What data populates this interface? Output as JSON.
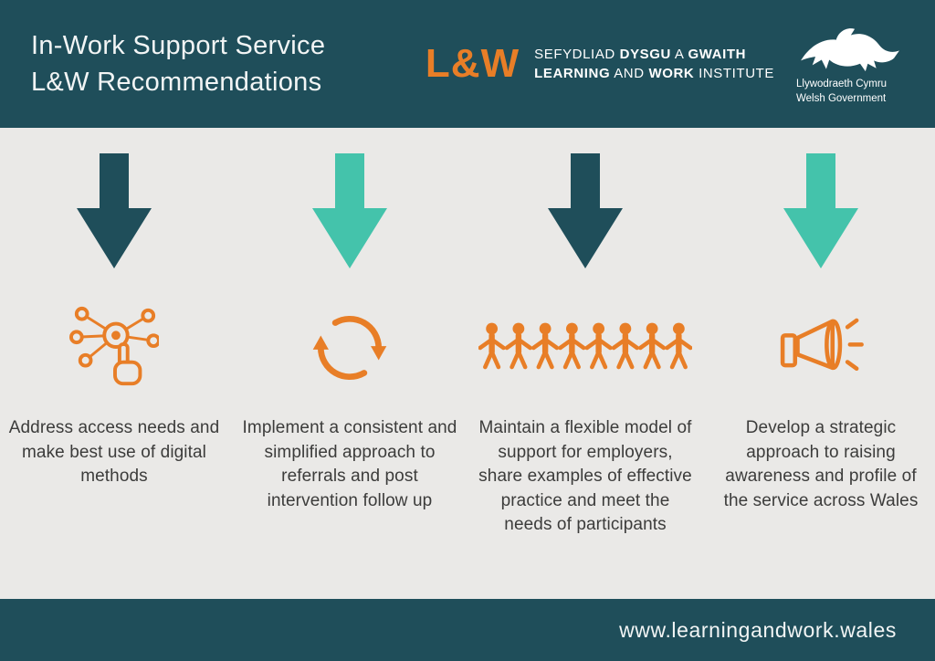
{
  "colors": {
    "header_bg": "#1F4E5A",
    "body_bg": "#EAE9E7",
    "accent_dark_teal": "#1F4E5A",
    "accent_teal": "#44C3AB",
    "icon_orange": "#E87E27",
    "text_dark": "#3C3C3B",
    "text_light": "#F2F5F5"
  },
  "header": {
    "title_line1": "In-Work Support Service",
    "title_line2": "L&W Recommendations",
    "lw_logo_text": "L&W",
    "institute_line1": {
      "s1": "SEFYDLIAD ",
      "s2": "DYSGU",
      "s3": " A ",
      "s4": "GWAITH"
    },
    "institute_line2": {
      "s1": "LEARNING",
      "s2": " AND ",
      "s3": "WORK",
      "s4": " INSTITUTE"
    },
    "welsh_gov_line1": "Llywodraeth Cymru",
    "welsh_gov_line2": "Welsh Government"
  },
  "columns": [
    {
      "icon": "digital-network-icon",
      "arrow_color": "#1F4E5A",
      "text": "Address access needs and make best use of digital methods"
    },
    {
      "icon": "cycle-arrows-icon",
      "arrow_color": "#44C3AB",
      "text": "Implement a consistent and simplified approach to referrals and post intervention follow up"
    },
    {
      "icon": "people-row-icon",
      "arrow_color": "#1F4E5A",
      "text": "Maintain a flexible model of support for employers, share examples of effective practice and meet the needs of participants"
    },
    {
      "icon": "megaphone-icon",
      "arrow_color": "#44C3AB",
      "text": "Develop a strategic approach to raising awareness and profile of the service across Wales"
    }
  ],
  "footer": {
    "url": "www.learningandwork.wales"
  }
}
